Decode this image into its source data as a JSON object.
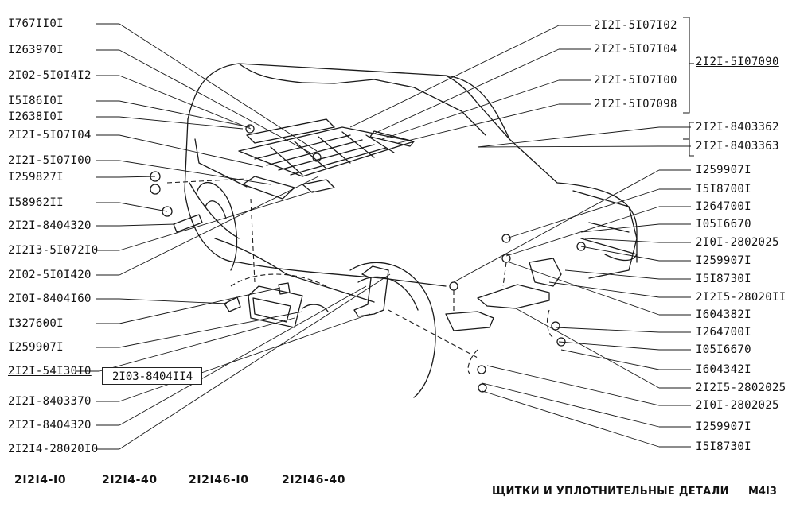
{
  "labels_left": [
    "I767II0I",
    "I263970I",
    "2I02-5I0I4I2",
    "I5I86I0I",
    "I2638I0I",
    "2I2I-5I07I04",
    "2I2I-5I07I00",
    "I259827I",
    "I58962II",
    "2I2I-8404320",
    "2I2I3-5I072I0",
    "2I02-5I0I420",
    "2I0I-8404I60",
    "I327600I",
    "I259907I",
    "2I2I-54I30I0",
    "2I2I-8403370",
    "2I2I-8404320",
    "2I2I4-28020I0"
  ],
  "label_box": "2I03-8404II4",
  "labels_right": [
    "2I2I-5I07I02",
    "2I2I-5I07I04",
    "2I2I-5I07I00",
    "2I2I-5I07098",
    "2I2I-8403362",
    "2I2I-8403363",
    "I259907I",
    "I5I8700I",
    "I264700I",
    "I05I6670",
    "2I0I-2802025",
    "I259907I",
    "I5I8730I",
    "2I2I5-28020II",
    "I604382I",
    "I264700I",
    "I05I6670",
    "I604342I",
    "2I2I5-2802025",
    "2I0I-2802025",
    "I259907I",
    "I5I8730I"
  ],
  "group_label": "2I2I-5I07090",
  "footer_models": [
    "2I2I4-I0",
    "2I2I4-40",
    "2I2I46-I0",
    "2I2I46-40"
  ],
  "title": "ЩИТКИ И УПЛОТНИТЕЛЬНЫЕ ДЕТАЛИ",
  "sheet": "M4I3"
}
